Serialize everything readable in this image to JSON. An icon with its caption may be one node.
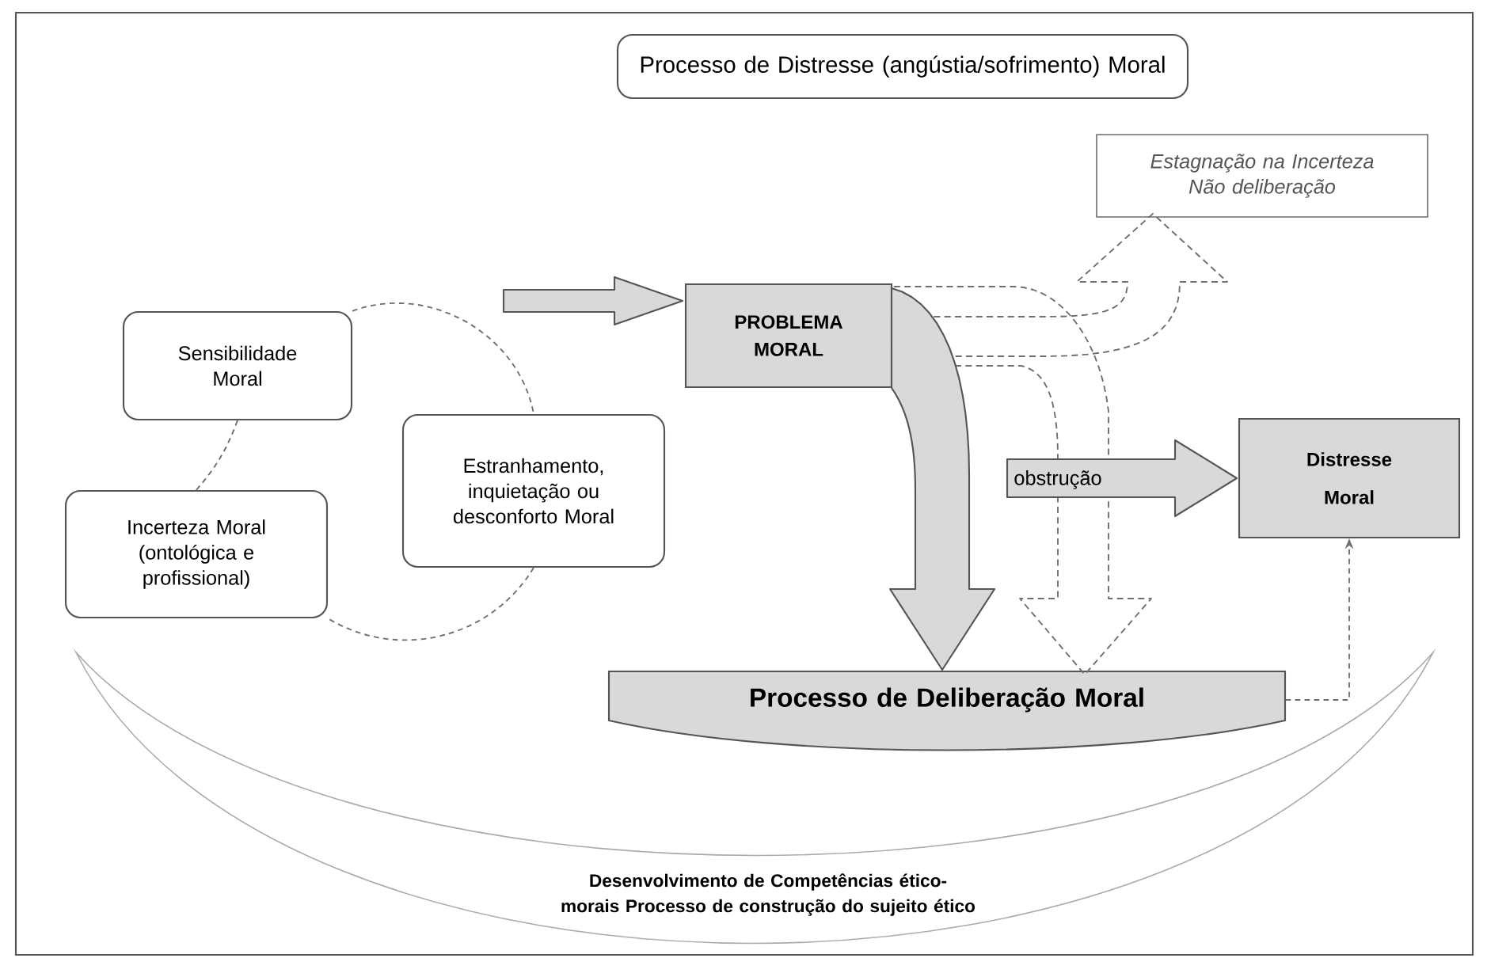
{
  "diagram": {
    "nodes": [
      {
        "text": [
          "Processo de Distresse (angústia/sofrimento) Moral"
        ]
      },
      {
        "text": [
          "Estagnação na Incerteza Não deliberação"
        ]
      },
      {
        "text": [
          "Sensibilidade Moral"
        ]
      },
      {
        "text": [
          "Incerteza Moral (ontológica e profissional)"
        ]
      },
      {
        "text": [
          "Estranhamento, inquietação ou desconforto Moral"
        ]
      },
      {
        "text": [
          "PROBLEMA MORAL"
        ]
      },
      {
        "text": [
          "Distresse Moral"
        ]
      },
      {
        "text": [
          "Processo de Deliberação Moral"
        ]
      },
      {
        "text": [
          "Desenvolvimento de Competências ético-morais Processo de construção do sujeito ético"
        ]
      }
    ],
    "edges": [
      {
        "from": 2,
        "to": 4,
        "arrow": "none",
        "style": "dashed"
      },
      {
        "from": 4,
        "to": 3,
        "arrow": "none",
        "style": "dashed"
      },
      {
        "from": 3,
        "to": 2,
        "arrow": "none",
        "style": "dashed"
      },
      {
        "from": null,
        "to": 5,
        "arrow": "to",
        "style": "thick"
      },
      {
        "from": 5,
        "to": 1,
        "arrow": "to",
        "style": "dashed"
      },
      {
        "from": 5,
        "to": 7,
        "arrow": "to",
        "style": "dashed"
      },
      {
        "from": 5,
        "to": 7,
        "arrow": "to",
        "style": "thick"
      },
      {
        "from": null,
        "to": 6,
        "arrow": "to",
        "style": "thick",
        "label": "obstrução"
      },
      {
        "from": 7,
        "to": 6,
        "arrow": "to",
        "style": "dashed"
      }
    ]
  }
}
